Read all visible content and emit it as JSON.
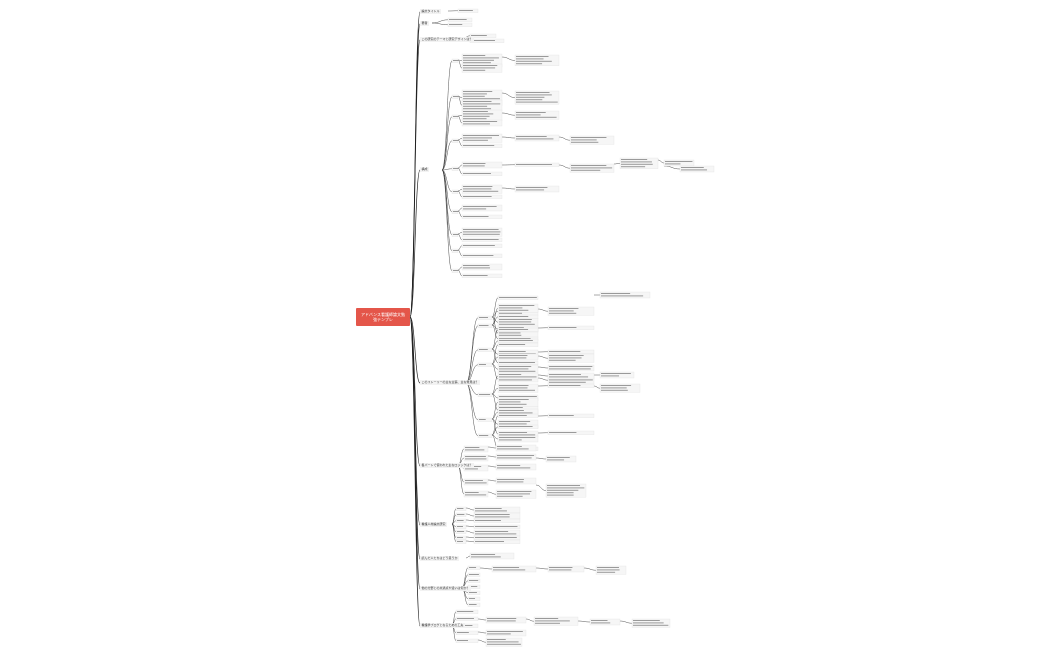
{
  "root": {
    "title": "アドバンス看護師論文勉強テンプレ"
  },
  "branches": [
    {
      "label": "論文タイトル"
    },
    {
      "label": "著者"
    },
    {
      "label": "この研究のテーマと研究デザインは？"
    },
    {
      "label": "構成"
    },
    {
      "label": "このストーリーの主な主張、主な発見は？"
    },
    {
      "label": "各パートで使われた主なロジックは？"
    },
    {
      "label": "看護人材論文研究"
    },
    {
      "label": "読んだ人たちはどう思うか"
    },
    {
      "label": "他の分野との共通点や違いは何か？"
    },
    {
      "label": "看護学ブログとなるための工夫"
    }
  ],
  "colors": {
    "root_fill": "#e4564a",
    "root_text": "#ffffff",
    "line": "#222222",
    "node_fill": "#f2f2f2",
    "node_stroke": "#d0d0d0"
  }
}
